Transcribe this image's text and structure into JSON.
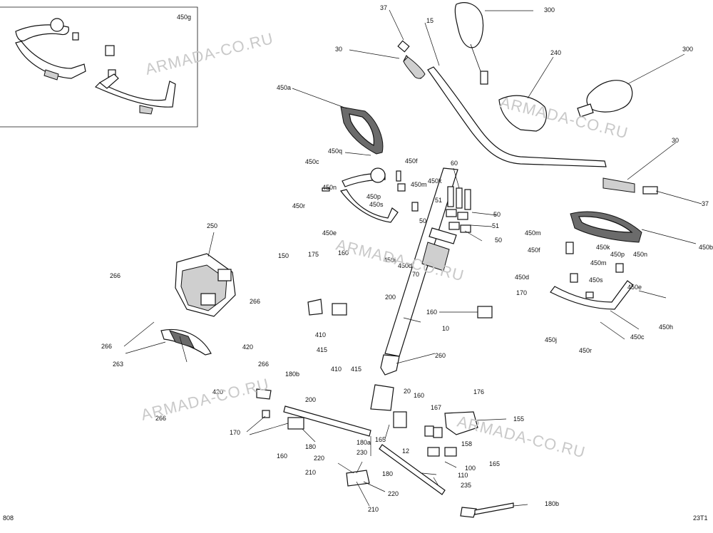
{
  "watermark": "ARMADA-CO.RU",
  "inset_label": "450g",
  "footer_left": "808",
  "footer_right": "23T1",
  "labels": [
    "37",
    "300",
    "15",
    "30",
    "240",
    "300",
    "450a",
    "450q",
    "450c",
    "450f",
    "450n",
    "450k",
    "450m",
    "450p",
    "450s",
    "450r",
    "450e",
    "60",
    "51",
    "50",
    "50",
    "51",
    "50",
    "30",
    "37",
    "450b",
    "450m",
    "450f",
    "450k",
    "450m",
    "450p",
    "450n",
    "450d",
    "450s",
    "450e",
    "170",
    "160",
    "450h",
    "450c",
    "450j",
    "450r",
    "250",
    "266",
    "266",
    "263",
    "266",
    "420",
    "266",
    "420",
    "266",
    "150",
    "175",
    "160",
    "200",
    "410",
    "415",
    "10",
    "450j",
    "450d",
    "70",
    "260",
    "410",
    "415",
    "20",
    "160",
    "180b",
    "200",
    "170",
    "160",
    "180",
    "180a",
    "165",
    "167",
    "176",
    "155",
    "158",
    "165",
    "12",
    "230",
    "220",
    "210",
    "220",
    "180",
    "100",
    "110",
    "235",
    "210",
    "180b"
  ]
}
